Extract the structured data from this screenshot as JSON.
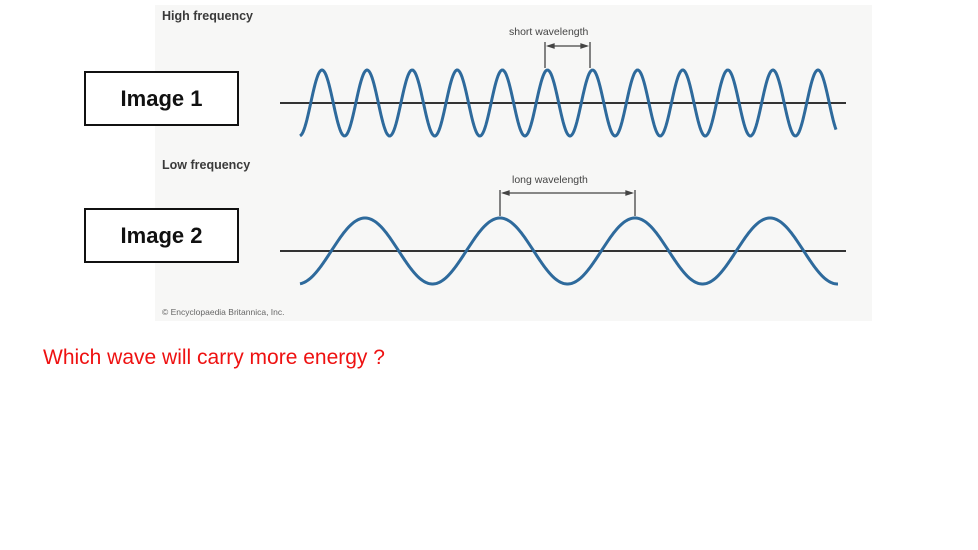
{
  "figure": {
    "high_title": "High frequency",
    "short_label": "short wavelength",
    "low_title": "Low frequency",
    "long_label": "long wavelength",
    "credit": "© Encyclopaedia Britannica, Inc.",
    "wave_color": "#2e6a9c",
    "high_cycles": 12,
    "low_cycles": 4
  },
  "labels": {
    "image1": "Image 1",
    "image2": "Image 2"
  },
  "question": "Which wave will carry more energy ?"
}
